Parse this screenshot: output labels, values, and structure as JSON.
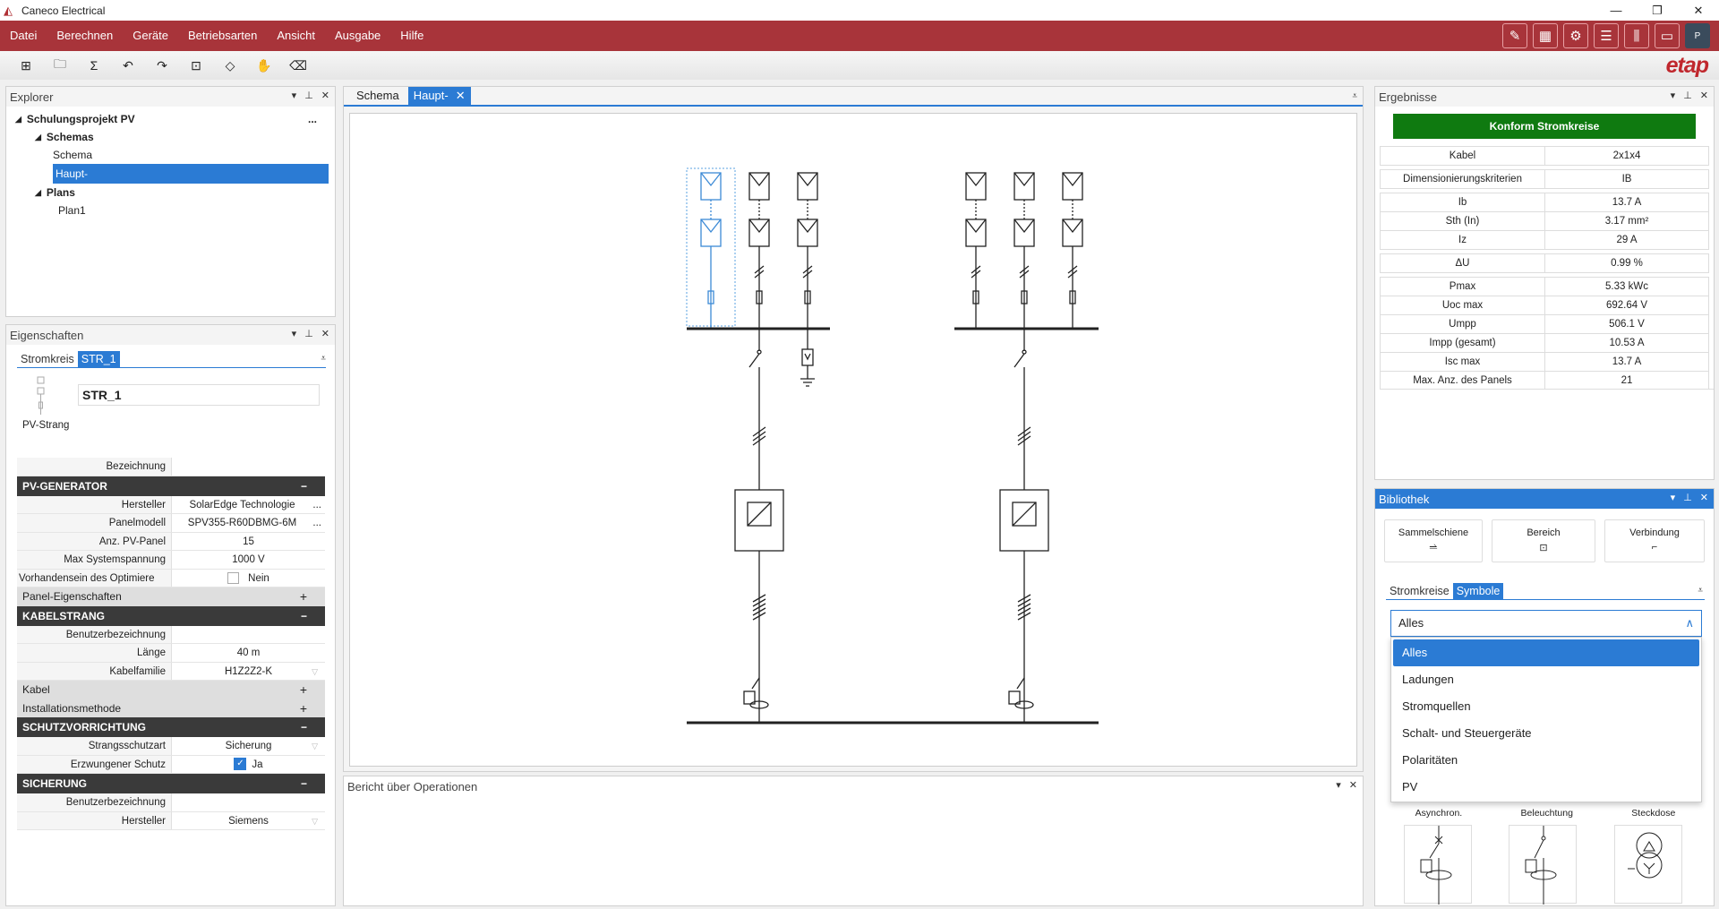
{
  "app": {
    "title": "Caneco Electrical",
    "brand": "etap",
    "avatar": "P"
  },
  "menu": [
    "Datei",
    "Berechnen",
    "Geräte",
    "Betriebsarten",
    "Ansicht",
    "Ausgabe",
    "Hilfe"
  ],
  "explorer": {
    "title": "Explorer",
    "project": "Schulungsprojekt PV",
    "more": "...",
    "schemas_label": "Schemas",
    "schema_items": [
      "Schema",
      "Haupt-"
    ],
    "plans_label": "Plans",
    "plan_items": [
      "Plan1"
    ]
  },
  "properties": {
    "title": "Eigenschaften",
    "tab_inactive": "Stromkreis",
    "tab_active": "STR_1",
    "name_value": "STR_1",
    "symbol_caption": "PV-Strang",
    "bezeichnung_label": "Bezeichnung",
    "sections": {
      "pv_generator": "PV-GENERATOR",
      "kabelstrang": "KABELSTRANG",
      "schutz": "SCHUTZVORRICHTUNG",
      "sicherung": "SICHERUNG"
    },
    "rows": {
      "hersteller": {
        "label": "Hersteller",
        "value": "SolarEdge Technologie",
        "more": "..."
      },
      "panelmodell": {
        "label": "Panelmodell",
        "value": "SPV355-R60DBMG-6M",
        "more": "..."
      },
      "anz_panel": {
        "label": "Anz. PV-Panel",
        "value": "15"
      },
      "max_spannung": {
        "label": "Max Systemspannung",
        "value": "1000 V"
      },
      "optimierer": {
        "label": "Vorhandensein des Optimiere",
        "value": "Nein"
      },
      "benutzer1": {
        "label": "Benutzerbezeichnung",
        "value": ""
      },
      "laenge": {
        "label": "Länge",
        "value": "40 m"
      },
      "kabelfamilie": {
        "label": "Kabelfamilie",
        "value": "H1Z2Z2-K"
      },
      "strangschutz": {
        "label": "Strangsschutzart",
        "value": "Sicherung"
      },
      "erzw_schutz": {
        "label": "Erzwungener Schutz",
        "value": "Ja"
      },
      "benutzer2": {
        "label": "Benutzerbezeichnung",
        "value": ""
      },
      "hersteller2": {
        "label": "Hersteller",
        "value": "Siemens"
      }
    },
    "subs": {
      "panel_eig": "Panel-Eigenschaften",
      "kabel": "Kabel",
      "install": "Installationsmethode"
    },
    "minus": "−",
    "plus": "+"
  },
  "doc_tabs": {
    "tab1": "Schema",
    "tab2": "Haupt-"
  },
  "report": {
    "title": "Bericht über Operationen"
  },
  "results": {
    "title": "Ergebnisse",
    "status": "Konform Stromkreise",
    "status_color": "#0f7a10",
    "rows": [
      {
        "label": "Kabel",
        "value": "2x1x4"
      },
      {
        "label": "Dimensionierungskriterien",
        "value": "IB"
      },
      {
        "label": "Ib",
        "value": "13.7 A"
      },
      {
        "label": "Sth (In)",
        "value": "3.17 mm²"
      },
      {
        "label": "Iz",
        "value": "29 A"
      },
      {
        "label": "ΔU",
        "value": "0.99 %"
      },
      {
        "label": "Pmax",
        "value": "5.33 kWc"
      },
      {
        "label": "Uoc max",
        "value": "692.64 V"
      },
      {
        "label": "Umpp",
        "value": "506.1 V"
      },
      {
        "label": "Impp (gesamt)",
        "value": "10.53 A"
      },
      {
        "label": "Isc max",
        "value": "13.7 A"
      },
      {
        "label": "Max. Anz. des Panels",
        "value": "21"
      }
    ]
  },
  "library": {
    "title": "Bibliothek",
    "buttons": [
      "Sammelschiene",
      "Bereich",
      "Verbindung"
    ],
    "tab_inactive": "Stromkreise",
    "tab_active": "Symbole",
    "select_value": "Alles",
    "options": [
      "Alles",
      "Ladungen",
      "Stromquellen",
      "Schalt- und Steuergeräte",
      "Polaritäten",
      "PV"
    ],
    "symbols": [
      "Asynchron.",
      "Beleuchtung",
      "Steckdose"
    ]
  }
}
